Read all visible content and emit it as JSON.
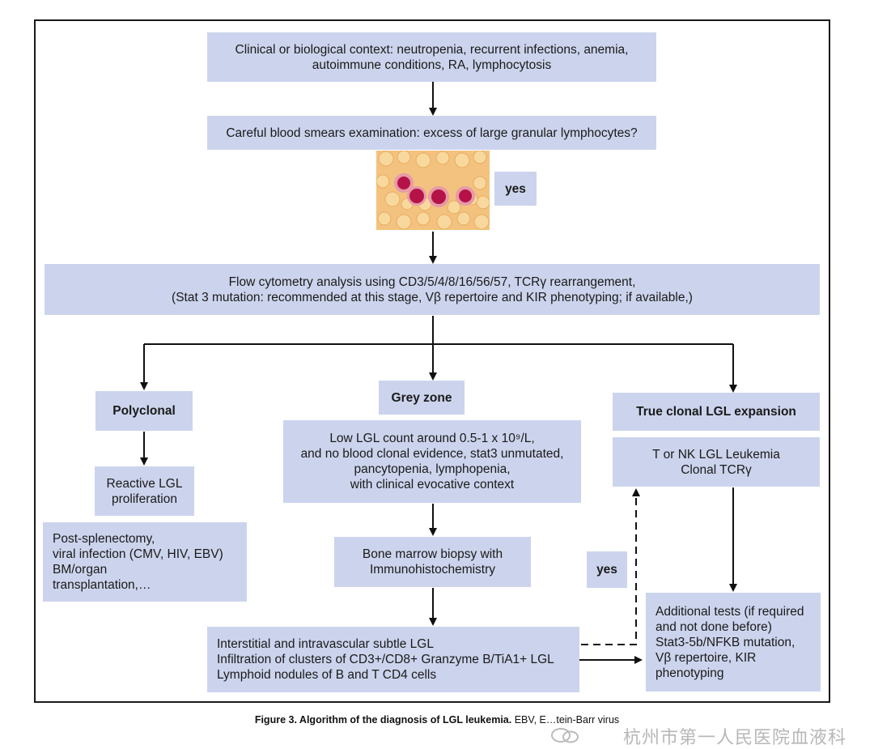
{
  "boxes": {
    "context": "Clinical or biological context: neutropenia, recurrent infections, anemia,\nautoimmune conditions, RA, lymphocytosis",
    "smear": "Careful blood smears examination: excess of large granular lymphocytes?",
    "yes_top": "yes",
    "flow": "Flow cytometry analysis using CD3/5/4/8/16/56/57, TCRγ rearrangement,\n(Stat 3 mutation: recommended at this stage, Vβ repertoire and KIR phenotyping; if available,)",
    "polyclonal": "Polyclonal",
    "grey_zone": "Grey zone",
    "true_clonal": "True clonal LGL expansion",
    "reactive": "Reactive LGL\nproliferation",
    "grey_detail": "Low LGL count around 0.5-1 x 10⁹/L,\nand no blood clonal evidence, stat3 unmutated,\npancytopenia, lymphopenia,\nwith clinical evocative context",
    "leukemia": "T or NK LGL Leukemia\nClonal TCRγ",
    "post_splenectomy": "Post-splenectomy,\n viral infection (CMV, HIV, EBV)\nBM/organ\ntransplantation,…",
    "bone_marrow": "Bone marrow biopsy with\nImmunohistochemistry",
    "yes_mid": "yes",
    "additional": "Additional tests (if required\nand not done before)\nStat3-5b/NFKB mutation,\nVβ repertoire, KIR\nphenotyping",
    "interstitial": "Interstitial and intravascular subtle LGL\nInfiltration of clusters of CD3+/CD8+ Granzyme B/TiA1+ LGL\nLymphoid nodules of B and T CD4 cells"
  },
  "caption": {
    "bold": "Figure 3. Algorithm of the diagnosis of LGL leukemia.",
    "rest": " EBV, E…tein-Barr virus"
  },
  "watermark": "杭州市第一人民医院血液科",
  "colors": {
    "box_fill": "#ccd4ed",
    "arrow": "#111111",
    "smear_bg": "#f3c27e",
    "cell": "#b51347"
  }
}
